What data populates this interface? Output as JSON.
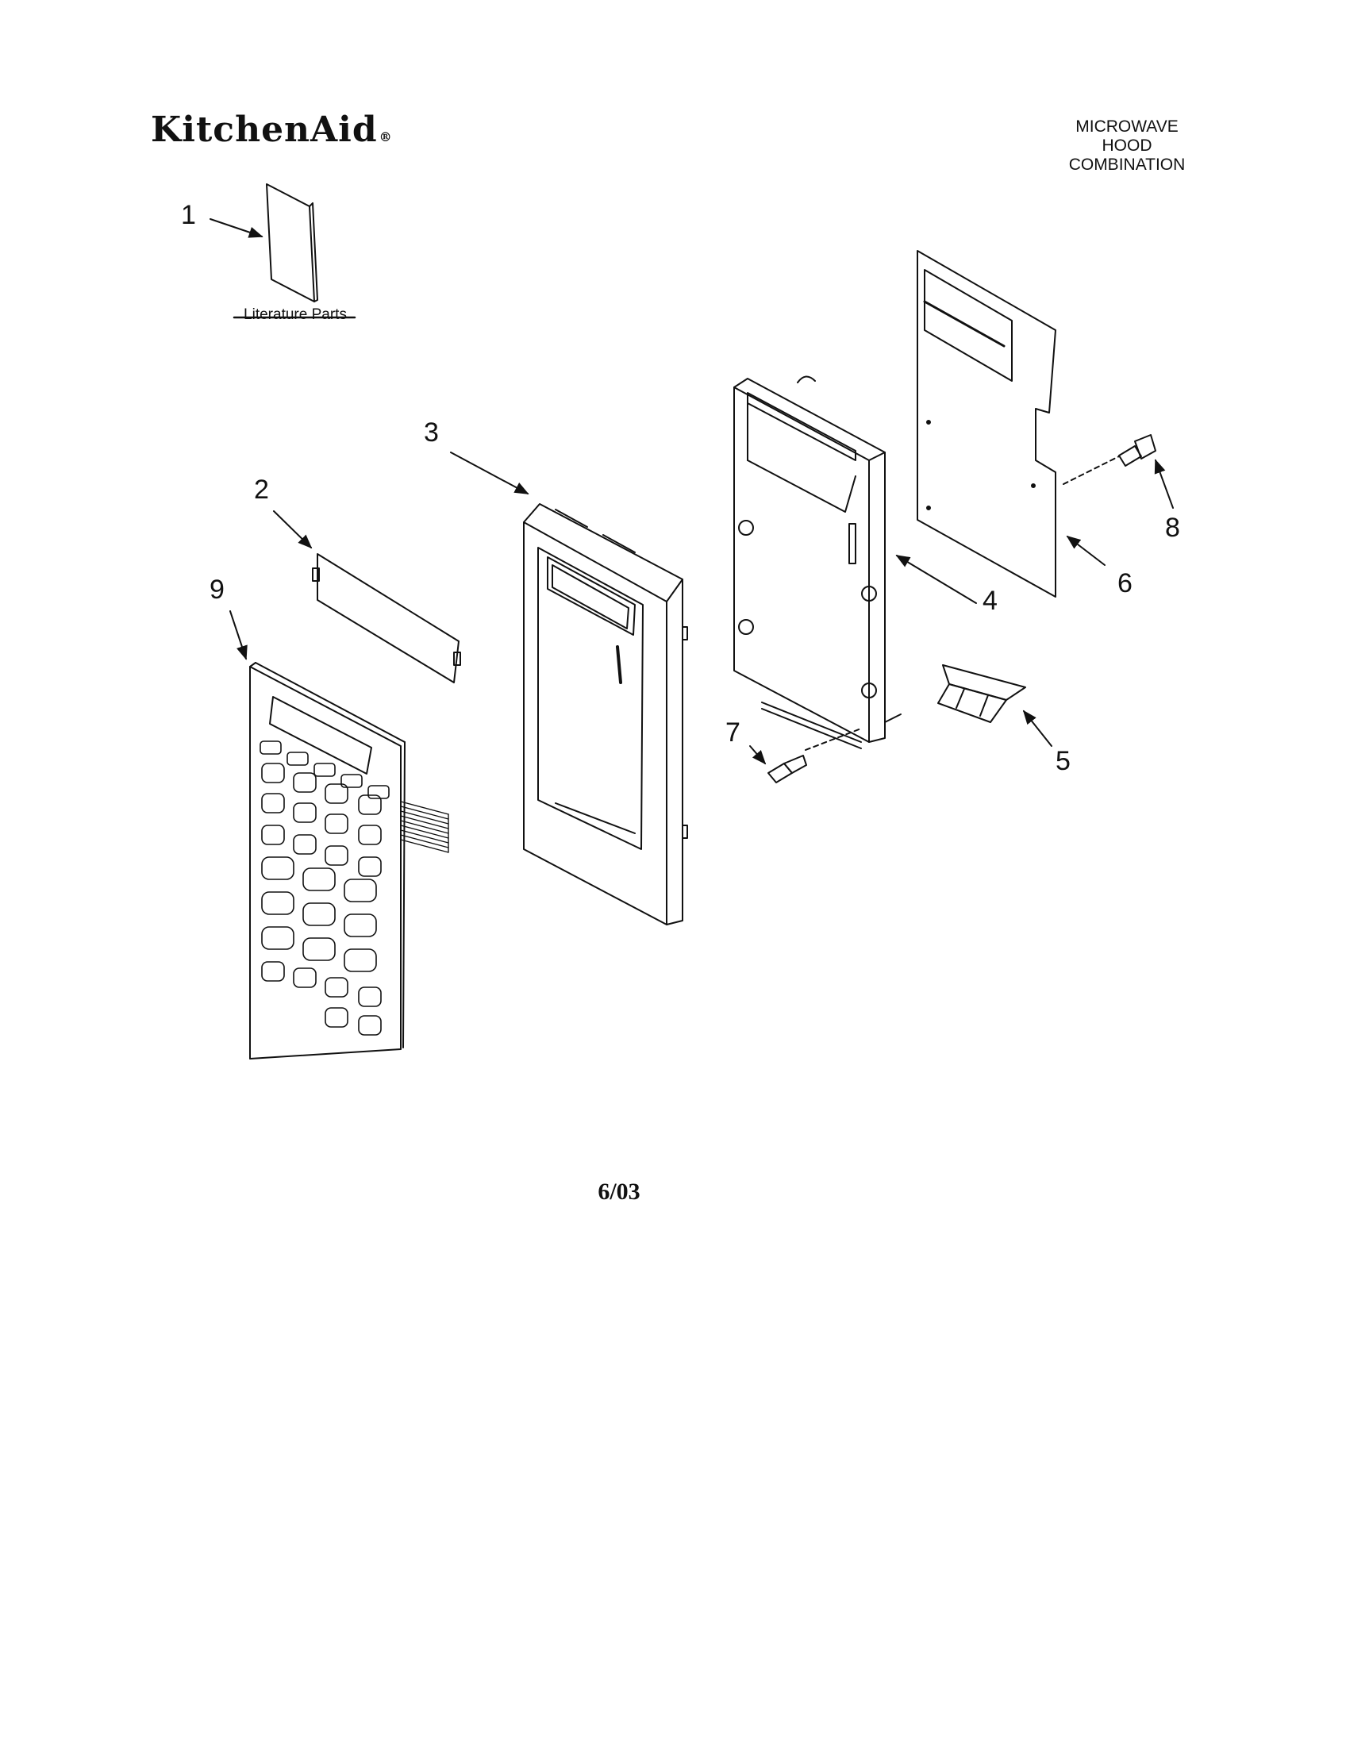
{
  "header": {
    "brand": "KitchenAid",
    "brand_mark": "®",
    "title_lines": [
      "MICROWAVE",
      "HOOD",
      "COMBINATION"
    ]
  },
  "literature": {
    "label": "Literature Parts"
  },
  "callouts": {
    "c1": "1",
    "c2": "2",
    "c3": "3",
    "c4": "4",
    "c5": "5",
    "c6": "6",
    "c7": "7",
    "c8": "8",
    "c9": "9"
  },
  "footer": {
    "date": "6/03"
  }
}
